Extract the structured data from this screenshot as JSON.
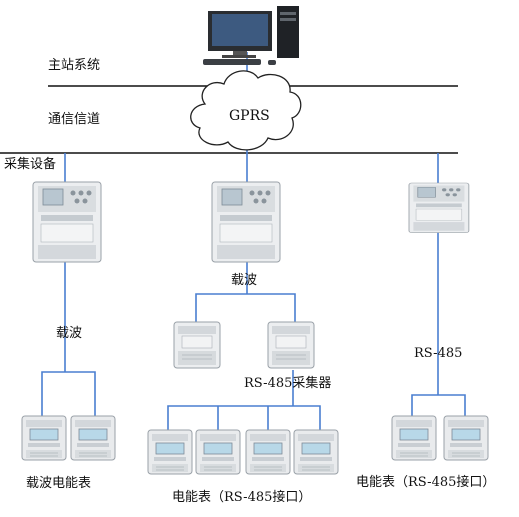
{
  "layers": {
    "master": "主站系统",
    "channel": "通信信道",
    "device": "采集设备"
  },
  "cloud_label": "GPRS",
  "labels": {
    "carrier_left": "载波",
    "carrier_mid": "载波",
    "rs485_right": "RS-485",
    "collector": "RS-485采集器",
    "meters_left": "载波电能表",
    "meters_mid": "电能表（RS-485接口）",
    "meters_right": "电能表（RS-485接口）"
  },
  "colors": {
    "link": "#4a7fd0",
    "bus": "#111111",
    "device_body": "#e6e8ea",
    "device_panel": "#c9ced3",
    "screen": "#b8d8e8"
  },
  "icons": {
    "computer": "desktop-computer-icon",
    "cloud": "cloud-icon",
    "concentrator": "concentrator-device-icon",
    "collector": "collector-device-icon",
    "meter": "electric-meter-icon"
  }
}
